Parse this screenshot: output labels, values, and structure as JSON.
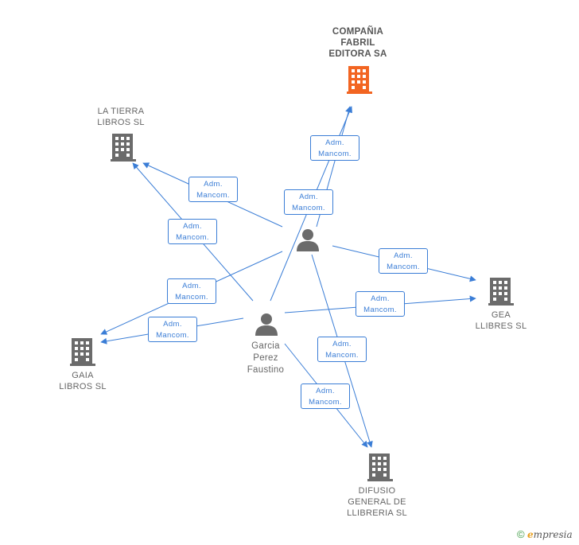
{
  "nodes": {
    "compania": {
      "lines": "COMPAÑIA\nFABRIL\nEDITORA SA"
    },
    "la_tierra": {
      "lines": "LA TIERRA\nLIBROS SL"
    },
    "gea": {
      "lines": "GEA\nLLIBRES SL"
    },
    "gaia": {
      "lines": "GAIA\nLIBROS SL"
    },
    "difusio": {
      "lines": "DIFUSIO\nGENERAL DE\nLLIBRERIA SL"
    },
    "garcia": {
      "lines": "Garcia\nPerez\nFaustino"
    }
  },
  "edge_label": {
    "line1": "Adm.",
    "line2": "Mancom."
  },
  "footer": {
    "copyright": "©",
    "brand_e": "e",
    "brand_rest": "mpresia"
  },
  "colors": {
    "edge": "#3a7dd6",
    "main_building": "#f26522",
    "building": "#6b6b6b",
    "person": "#6b6b6b"
  }
}
